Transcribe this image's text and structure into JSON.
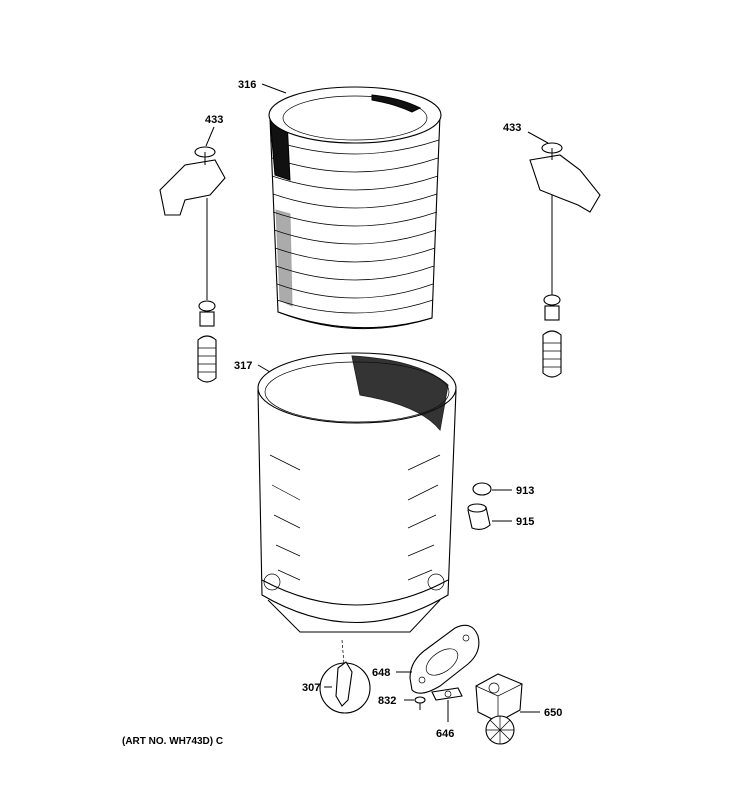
{
  "labels": {
    "basket": "316",
    "tub": "317",
    "suspension_left": "433",
    "suspension_right": "433",
    "o_ring": "913",
    "elbow": "915",
    "drain_clip": "307",
    "gasket": "648",
    "screw": "832",
    "clamp": "646",
    "pump": "650"
  },
  "art_number": "(ART NO. WH743D) C"
}
